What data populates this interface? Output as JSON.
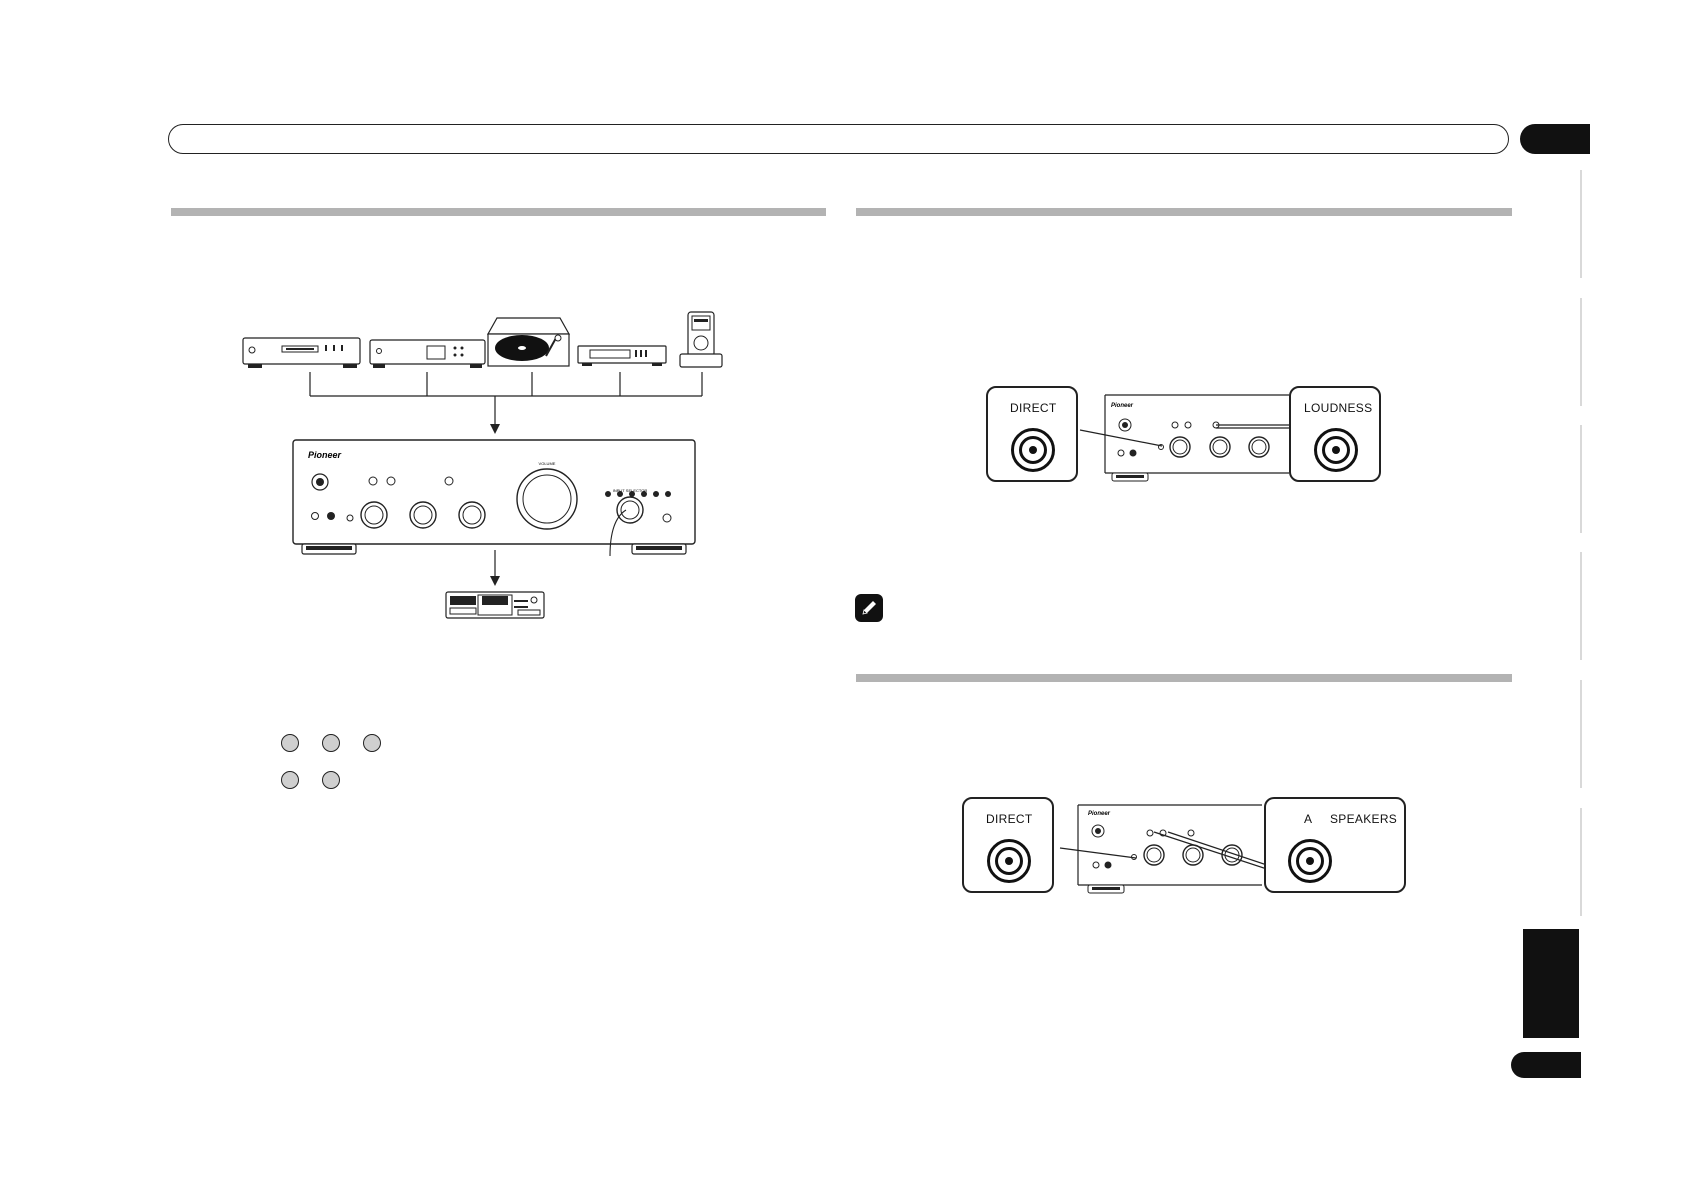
{
  "diagram_top": {
    "volume_label": "VOLUME",
    "input_selector_label": "INPUT SELECTOR"
  },
  "callout_loudness": {
    "left_label": "DIRECT",
    "right_label": "LOUDNESS"
  },
  "callout_speakers": {
    "left_label": "DIRECT",
    "right_label_a": "A",
    "right_label_speakers": "SPEAKERS"
  },
  "colors": {
    "rule_gray": "#b3b3b3",
    "ink": "#111111",
    "step_circle_fill": "#cfcfcf"
  },
  "icons": [
    "note-pencil-icon",
    "step-circle-icon"
  ]
}
